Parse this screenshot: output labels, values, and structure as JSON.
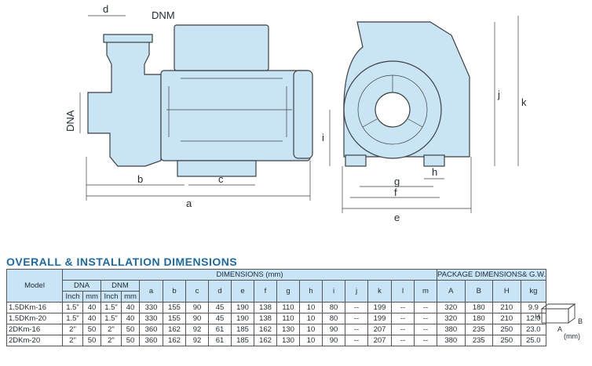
{
  "drawing": {
    "labels": {
      "d": "d",
      "dnm": "DNM",
      "dna": "DNA",
      "a": "a",
      "b": "b",
      "c": "c",
      "e": "e",
      "f": "f",
      "g": "g",
      "h": "h",
      "i": "i",
      "j": "j",
      "k": "k"
    },
    "colors": {
      "body": "#c9e5f3",
      "line": "#3b3f44"
    }
  },
  "heading": "OVERALL & INSTALLATION DIMENSIONS",
  "table": {
    "model_header": "Model",
    "dimensions_header": "DIMENSIONS (mm)",
    "package_header": "PACKAGE DIMENSIONS& G.W.",
    "dna_header": "DNA",
    "dnm_header": "DNM",
    "unit_headers": [
      "Inch",
      "mm",
      "Inch",
      "mm"
    ],
    "dim_letters": [
      "a",
      "b",
      "c",
      "d",
      "e",
      "f",
      "g",
      "h",
      "i",
      "j",
      "k",
      "l",
      "m"
    ],
    "pkg_headers": [
      "A",
      "B",
      "H",
      "kg"
    ],
    "rows": [
      [
        "1.5DKm-16",
        "1.5\"",
        "40",
        "1.5\"",
        "40",
        "330",
        "155",
        "90",
        "45",
        "190",
        "138",
        "110",
        "10",
        "80",
        "--",
        "199",
        "--",
        "--",
        "320",
        "180",
        "210",
        "9.9"
      ],
      [
        "1.5DKm-20",
        "1.5\"",
        "40",
        "1.5\"",
        "40",
        "330",
        "155",
        "90",
        "45",
        "190",
        "138",
        "110",
        "10",
        "80",
        "--",
        "199",
        "--",
        "--",
        "320",
        "180",
        "210",
        "12.0"
      ],
      [
        "2DKm-16",
        "2\"",
        "50",
        "2\"",
        "50",
        "360",
        "162",
        "92",
        "61",
        "185",
        "162",
        "130",
        "10",
        "90",
        "--",
        "207",
        "--",
        "--",
        "380",
        "235",
        "250",
        "23.0"
      ],
      [
        "2DKm-20",
        "2\"",
        "50",
        "2\"",
        "50",
        "360",
        "162",
        "92",
        "61",
        "185",
        "162",
        "130",
        "10",
        "90",
        "--",
        "207",
        "--",
        "--",
        "380",
        "235",
        "250",
        "25.0"
      ]
    ],
    "box": {
      "h": "H",
      "a": "A",
      "b": "B",
      "unit": "(mm)"
    }
  }
}
